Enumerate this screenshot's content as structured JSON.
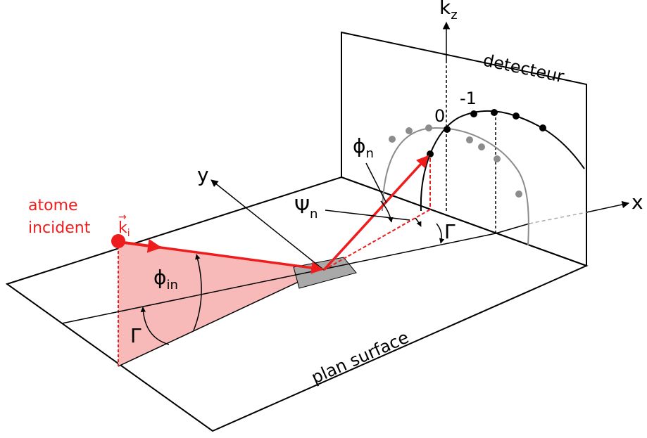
{
  "labels": {
    "kz_main": "k",
    "kz_sub": "z",
    "x_axis": "x",
    "y_axis": "y",
    "detector": "detecteur",
    "plane": "plan surface",
    "incident_line1": "atome",
    "incident_line2": "incident",
    "ki_main": "k",
    "ki_sub": "i",
    "ki_arrow": "→",
    "phi_in_main": "ϕ",
    "phi_in_sub": "in",
    "phi_n_main": "ϕ",
    "phi_n_sub": "n",
    "psi_n_main": "Ψ",
    "psi_n_sub": "n",
    "gamma_left": "Γ",
    "gamma_right": "Γ",
    "order_zero": "0",
    "order_minus_one": "-1"
  },
  "colors": {
    "incident": "#ee1c1c",
    "incident_fill": "#f8b9b9",
    "secondary_arc": "#8c8c8c",
    "sample": "#a9a9a9"
  }
}
